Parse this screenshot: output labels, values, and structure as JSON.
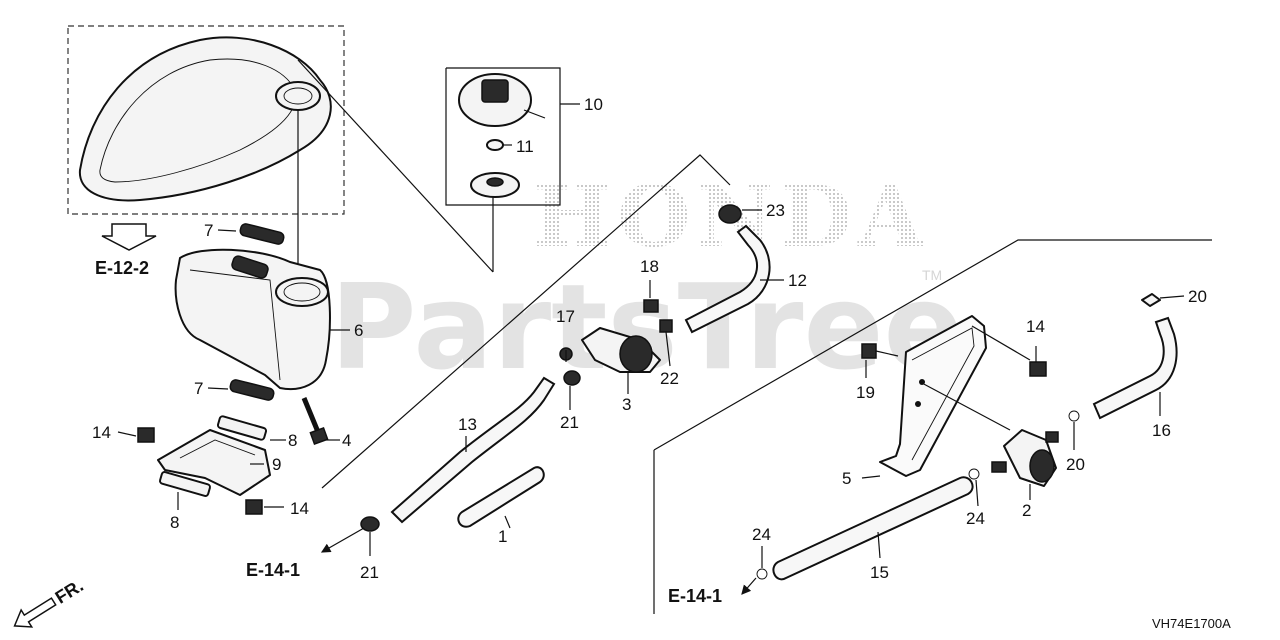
{
  "watermarks": {
    "brand": "HONDA",
    "site": "PartsTree",
    "tm": "TM"
  },
  "diagram_code": "VH74E1700A",
  "direction_label": "FR.",
  "references": {
    "tank_ref": "E-12-2",
    "hose_ref_left": "E-14-1",
    "hose_ref_right": "E-14-1"
  },
  "callouts": {
    "c1": "1",
    "c2": "2",
    "c3": "3",
    "c4": "4",
    "c5": "5",
    "c6": "6",
    "c7a": "7",
    "c7b": "7",
    "c8a": "8",
    "c8b": "8",
    "c9": "9",
    "c10": "10",
    "c11": "11",
    "c12": "12",
    "c13": "13",
    "c14a": "14",
    "c14b": "14",
    "c14c": "14",
    "c15": "15",
    "c16": "16",
    "c17": "17",
    "c18": "18",
    "c19": "19",
    "c20a": "20",
    "c20b": "20",
    "c21a": "21",
    "c21b": "21",
    "c22": "22",
    "c23": "23",
    "c24a": "24",
    "c24b": "24"
  }
}
